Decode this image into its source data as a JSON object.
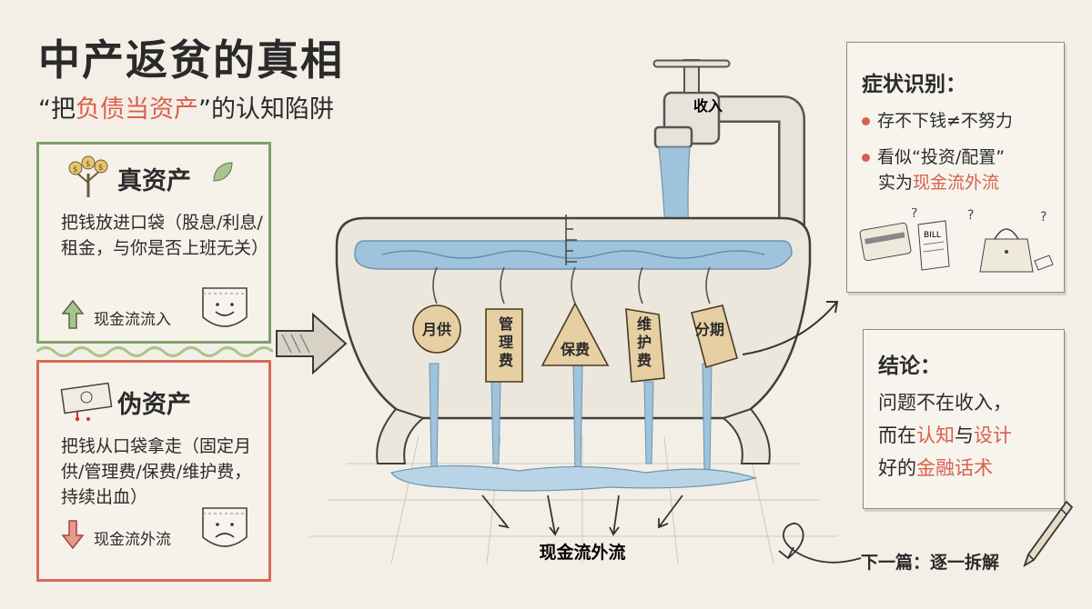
{
  "header": {
    "title": "中产返贫的真相",
    "subtitle_open": "“把",
    "subtitle_highlight": "负债当资产",
    "subtitle_close": "”的认知陷阱"
  },
  "real_asset": {
    "title": "真资产",
    "description": "把钱放进口袋（股息/利息/租金，与你是否上班无关）",
    "flow_label": "现金流流入"
  },
  "fake_asset": {
    "title": "伪资产",
    "description": "把钱从口袋拿走（固定月供/管理费/保费/维护费，持续出血）",
    "flow_label": "现金流外流"
  },
  "bathtub": {
    "faucet_label": "收入",
    "tags": [
      "月供",
      "管理费",
      "保费",
      "维护费",
      "分期"
    ],
    "outflow_label": "现金流外流"
  },
  "symptoms": {
    "title": "症状识别：",
    "items": [
      "存不下钱≠不努力",
      "看似“投资/配置”"
    ],
    "item2_prefix": "实为",
    "item2_highlight": "现金流外流",
    "bill_label": "BILL"
  },
  "conclusion": {
    "title": "结论：",
    "line1": "问题不在收入，",
    "line2_prefix": "而在",
    "line2_h1": "认知",
    "line2_mid": "与",
    "line2_h2": "设计",
    "line3_prefix": "好的",
    "line3_highlight": "金融话术"
  },
  "footer": {
    "next": "下一篇：逐一拆解"
  },
  "colors": {
    "green": "#7fa06a",
    "red": "#d86a55",
    "water": "#9fc3dc",
    "tag": "#e6cfa2"
  }
}
